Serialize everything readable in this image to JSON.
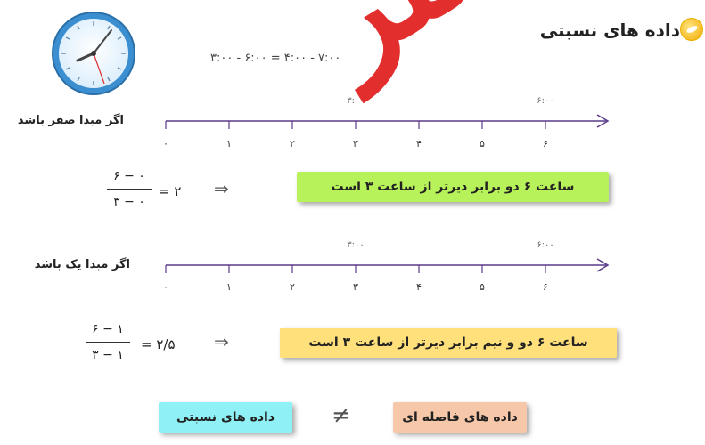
{
  "watermark": "ان مستر",
  "title": "داده های نسبتی",
  "equation": "۳:۰۰  -  ۶:۰۰  =  ۴:۰۰  -  ۷:۰۰",
  "line1": {
    "label": "اگر مبدا صفر باشد",
    "ticks": [
      "۰",
      "۱",
      "۲",
      "۳",
      "۴",
      "۵",
      "۶"
    ],
    "marks": [
      "۳:۰۰",
      "۶:۰۰"
    ]
  },
  "calc1": {
    "numerator": "۶ − ۰",
    "denominator": "۳ − ۰",
    "result": "= ۲",
    "arrow": "⇒"
  },
  "box1": {
    "text": "ساعت ۶ دو برابر دیرتر از ساعت ۳ است",
    "color": "#b8f25a"
  },
  "line2": {
    "label": "اگر مبدا یک باشد",
    "ticks": [
      "۰",
      "۱",
      "۲",
      "۳",
      "۴",
      "۵",
      "۶"
    ],
    "marks": [
      "۳:۰۰",
      "۶:۰۰"
    ]
  },
  "calc2": {
    "numerator": "۶ − ۱",
    "denominator": "۳ − ۱",
    "result": "= ۲/۵",
    "arrow": "⇒"
  },
  "box2": {
    "text": "ساعت ۶ دو و نیم برابر دیرتر از ساعت ۳ است",
    "color": "#ffe07a"
  },
  "bottom": {
    "left_box": {
      "text": "داده های نسبتی",
      "color": "#8ff0f5"
    },
    "not_equal": "≠",
    "right_box": {
      "text": "داده های فاصله ای",
      "color": "#f6c7a8"
    }
  },
  "colors": {
    "line": "#5a3a8a",
    "clock_rim": "#2f7fc0"
  }
}
